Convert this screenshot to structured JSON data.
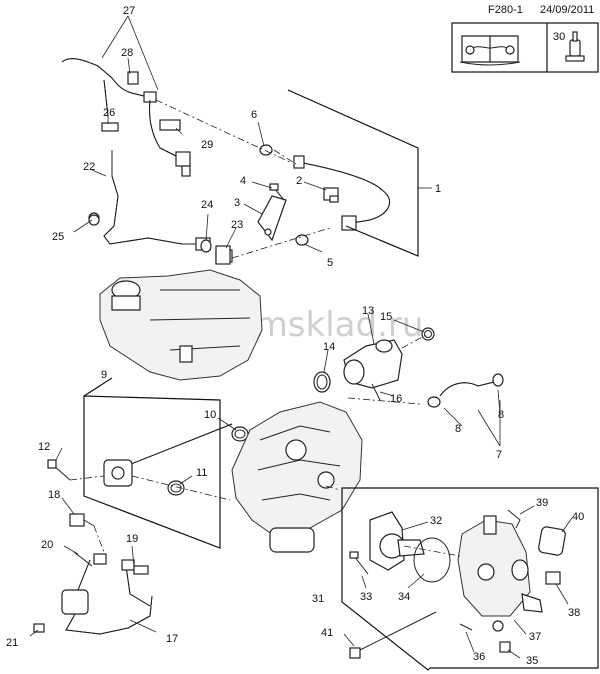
{
  "header": {
    "code": "F280-1",
    "date": "24/09/2011"
  },
  "watermark": "www.gmsklad.ru",
  "legend": {
    "manual_icon": "service-manual-wrench-icon",
    "tool_number": "30"
  },
  "callouts": {
    "c1": "1",
    "c2": "2",
    "c3": "3",
    "c4": "4",
    "c5": "5",
    "c6": "6",
    "c7": "7",
    "c8a": "8",
    "c8b": "8",
    "c9": "9",
    "c10": "10",
    "c11": "11",
    "c12": "12",
    "c13": "13",
    "c14": "14",
    "c15": "15",
    "c16": "16",
    "c17": "17",
    "c18": "18",
    "c19": "19",
    "c20": "20",
    "c21": "21",
    "c22": "22",
    "c23": "23",
    "c24": "24",
    "c25": "25",
    "c26": "26",
    "c27": "27",
    "c28": "28",
    "c29": "29",
    "c31": "31",
    "c32": "32",
    "c33": "33",
    "c34": "34",
    "c35": "35",
    "c36": "36",
    "c37": "37",
    "c38": "38",
    "c39": "39",
    "c40": "40",
    "c41": "41"
  }
}
